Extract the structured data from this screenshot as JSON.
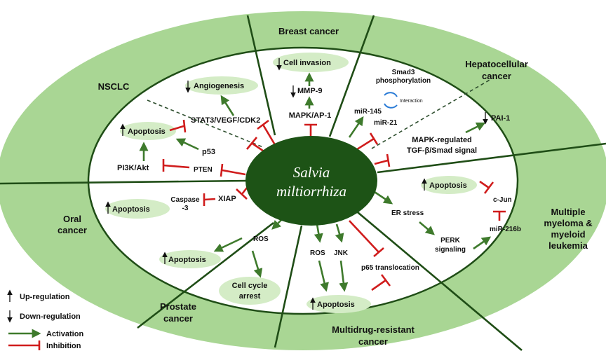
{
  "center": {
    "line1": "Salvia",
    "line2": "miltiorrhiza"
  },
  "sectors": {
    "breast": "Breast cancer",
    "hcc_1": "Hepatocellular",
    "hcc_2": "cancer",
    "nsclc": "NSCLC",
    "oral_1": "Oral",
    "oral_2": "cancer",
    "prostate_1": "Prostate",
    "prostate_2": "cancer",
    "mdr_1": "Multidrug-resistant",
    "mdr_2": "cancer",
    "mm_1": "Multiple",
    "mm_2": "myeloma &",
    "mm_3": "myeloid",
    "mm_4": "leukemia"
  },
  "nodes": {
    "cell_invasion": "Cell invasion",
    "mmp9": "MMP-9",
    "mapk_ap1": "MAPK/AP-1",
    "smad3_1": "Smad3",
    "smad3_2": "phosphorylation",
    "interaction": "Interaction",
    "mir145": "miR-145",
    "mir21": "miR-21",
    "pai1": "PAI-1",
    "mapk_tgf_1": "MAPK-regulated",
    "mapk_tgf_2": "TGF-β/Smad signal",
    "angiogenesis": "Angiogenesis",
    "stat3": "STAT3/VEGF/CDK2",
    "apoptosis_nsclc": "Apoptosis",
    "p53": "p53",
    "pi3k": "PI3K/Akt",
    "pten": "PTEN",
    "apoptosis_oral": "Apoptosis",
    "caspase_1": "Caspase",
    "caspase_2": "-3",
    "xiap": "XIAP",
    "ros_prostate": "ROS",
    "apoptosis_prostate": "Apoptosis",
    "cellcycle_1": "Cell cycle",
    "cellcycle_2": "arrest",
    "ros_mdr": "ROS",
    "jnk": "JNK",
    "p65": "p65 translocation",
    "apoptosis_mdr": "Apoptosis",
    "er_stress": "ER stress",
    "perk_1": "PERK",
    "perk_2": "signaling",
    "mir216b": "miR-216b",
    "cjun": "c-Jun",
    "apoptosis_mm": "Apoptosis"
  },
  "legend": {
    "up": "Up-regulation",
    "down": "Down-regulation",
    "activation": "Activation",
    "inhibition": "Inhibition"
  },
  "colors": {
    "outer_ring": "#a9d694",
    "inner_field": "#ffffff",
    "center": "#1d5316",
    "pill": "#d4ecc6",
    "activation": "#3e7a2c",
    "inhibition": "#d01c1c"
  }
}
